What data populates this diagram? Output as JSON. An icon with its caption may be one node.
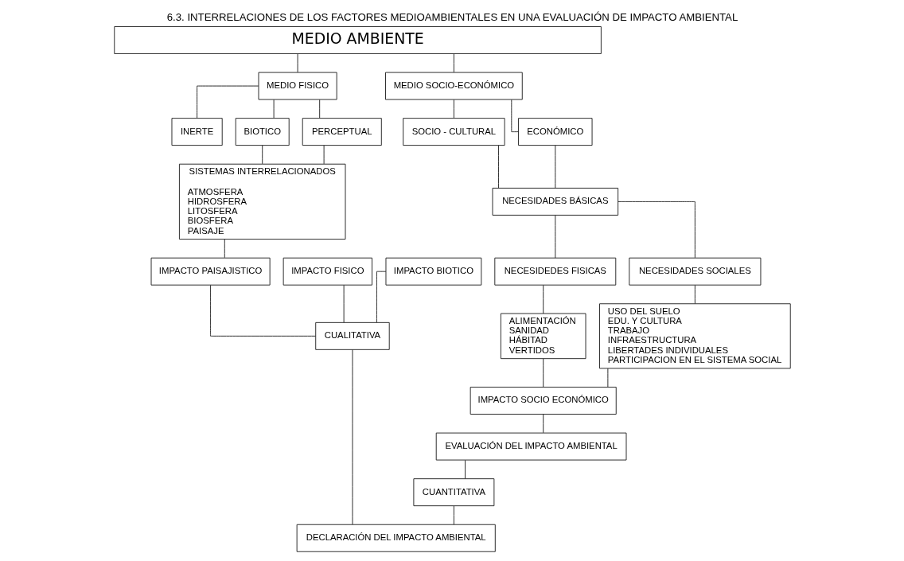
{
  "diagram": {
    "title": "6.3. INTERRELACIONES DE LOS FACTORES MEDIOAMBIENTALES EN UNA EVALUACIÓN DE IMPACTO AMBIENTAL",
    "nodes": [
      {
        "text": [
          "MEDIO AMBIENTE"
        ]
      },
      {
        "text": [
          "MEDIO FISICO"
        ]
      },
      {
        "text": [
          "MEDIO SOCIO-ECONÓMICO"
        ]
      },
      {
        "text": [
          "SOCIO - CULTURAL"
        ]
      },
      {
        "text": [
          "ECONÓMICO"
        ]
      },
      {
        "text": [
          "INERTE"
        ]
      },
      {
        "text": [
          "BIOTICO"
        ]
      },
      {
        "text": [
          "PERCEPTUAL"
        ]
      },
      {
        "text": [
          "NECESIDADES BÁSICAS"
        ]
      },
      {
        "text": [
          "SISTEMAS INTERRELACIONADOS",
          "ATMOSFERA",
          "HIDROSFERA",
          "LITOSFERA",
          "BIOSFERA",
          "PAISAJE"
        ]
      },
      {
        "text": [
          "NECESIDEDES FISICAS"
        ]
      },
      {
        "text": [
          "NECESIDADES SOCIALES"
        ]
      },
      {
        "text": [
          "ALIMENTACIÓN",
          "SANIDAD",
          "HÁBITAD",
          "VERTIDOS"
        ]
      },
      {
        "text": [
          "USO DEL SUELO",
          "EDU. Y CULTURA",
          "TRABAJO",
          "INFRAESTRUCTURA",
          "LIBERTADES INDIVIDUALES",
          "PARTICIPACION EN EL SISTEMA SOCIAL"
        ]
      },
      {
        "text": [
          "IMPACTO FISICO"
        ]
      },
      {
        "text": [
          "IMPACTO BIOTICO"
        ]
      },
      {
        "text": [
          "IMPACTO PAISAJISTICO"
        ]
      },
      {
        "text": [
          "IMPACTO SOCIO ECONÓMICO"
        ]
      },
      {
        "text": [
          "CUALITATIVA"
        ]
      },
      {
        "text": [
          "EVALUACIÓN DEL IMPACTO AMBIENTAL"
        ]
      },
      {
        "text": [
          "CUANTITATIVA"
        ]
      },
      {
        "text": [
          "DECLARACIÓN DEL IMPACTO AMBIENTAL"
        ]
      }
    ],
    "edges": [
      {
        "from": 0,
        "to": 1,
        "arrow": "none"
      },
      {
        "from": 0,
        "to": 2,
        "arrow": "none"
      },
      {
        "from": 1,
        "to": 5,
        "arrow": "none"
      },
      {
        "from": 1,
        "to": 6,
        "arrow": "none"
      },
      {
        "from": 1,
        "to": 7,
        "arrow": "none"
      },
      {
        "from": 2,
        "to": 3,
        "arrow": "none"
      },
      {
        "from": 2,
        "to": 4,
        "arrow": "none"
      },
      {
        "from": 3,
        "to": 8,
        "arrow": "none"
      },
      {
        "from": 4,
        "to": 8,
        "arrow": "none"
      },
      {
        "from": 6,
        "to": 9,
        "arrow": "none"
      },
      {
        "from": 7,
        "to": 9,
        "arrow": "none"
      },
      {
        "from": 8,
        "to": 10,
        "arrow": "none"
      },
      {
        "from": 8,
        "to": 11,
        "arrow": "none"
      },
      {
        "from": 10,
        "to": 12,
        "arrow": "none"
      },
      {
        "from": 11,
        "to": 13,
        "arrow": "none"
      },
      {
        "from": 9,
        "to": 16,
        "arrow": "none"
      },
      {
        "from": 12,
        "to": 17,
        "arrow": "none"
      },
      {
        "from": 13,
        "to": 17,
        "arrow": "none"
      },
      {
        "from": 14,
        "to": 18,
        "arrow": "none"
      },
      {
        "from": 15,
        "to": 18,
        "arrow": "none"
      },
      {
        "from": 16,
        "to": 18,
        "arrow": "none"
      },
      {
        "from": 17,
        "to": 19,
        "arrow": "none"
      },
      {
        "from": 19,
        "to": 20,
        "arrow": "none"
      },
      {
        "from": 20,
        "to": 21,
        "arrow": "none"
      },
      {
        "from": 18,
        "to": 21,
        "arrow": "none"
      }
    ]
  }
}
